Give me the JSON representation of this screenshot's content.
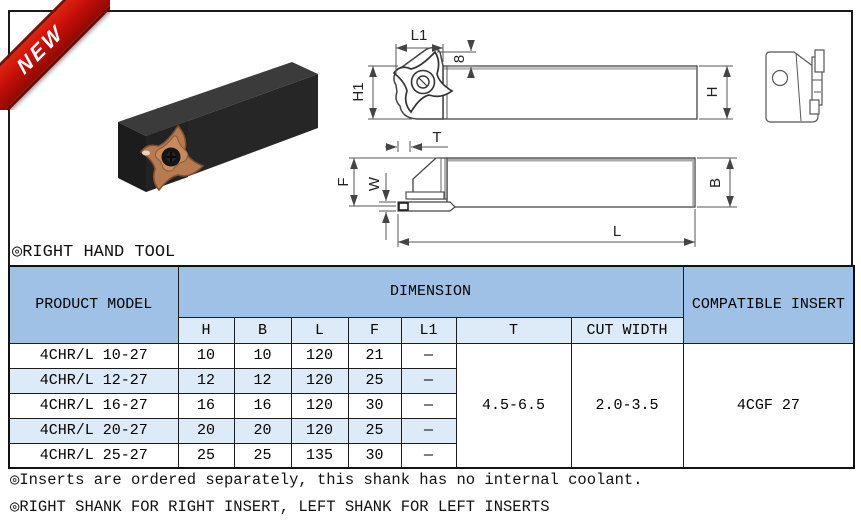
{
  "ribbon": {
    "label": "NEW",
    "color": "#c40f08"
  },
  "photo_caption": "◎RIGHT HAND TOOL",
  "drawing": {
    "labels": {
      "l1": "L1",
      "eight": "8",
      "h1": "H1",
      "h": "H",
      "t": "T",
      "f": "F",
      "w": "W",
      "b": "B",
      "l": "L"
    }
  },
  "table": {
    "headers": {
      "product_model": "PRODUCT MODEL",
      "dimension": "DIMENSION",
      "compatible_insert": "COMPATIBLE INSERT"
    },
    "sub_headers": [
      "H",
      "B",
      "L",
      "F",
      "L1",
      "T",
      "CUT WIDTH"
    ],
    "rows": [
      {
        "model": "4CHR/L 10-27",
        "h": "10",
        "b": "10",
        "l": "120",
        "f": "21",
        "l1": "—"
      },
      {
        "model": "4CHR/L 12-27",
        "h": "12",
        "b": "12",
        "l": "120",
        "f": "25",
        "l1": "—"
      },
      {
        "model": "4CHR/L 16-27",
        "h": "16",
        "b": "16",
        "l": "120",
        "f": "30",
        "l1": "—"
      },
      {
        "model": "4CHR/L 20-27",
        "h": "20",
        "b": "20",
        "l": "120",
        "f": "25",
        "l1": "—"
      },
      {
        "model": "4CHR/L 25-27",
        "h": "25",
        "b": "25",
        "l": "135",
        "f": "30",
        "l1": "—"
      }
    ],
    "shared": {
      "t": "4.5-6.5",
      "cut_width": "2.0-3.5",
      "compatible_insert": "4CGF 27"
    },
    "colors": {
      "header_bg": "#9fc1e6",
      "alt_row_bg": "#dcebf7"
    }
  },
  "notes": [
    "◎Inserts are ordered separately, this shank has no internal coolant.",
    "◎RIGHT SHANK FOR RIGHT INSERT, LEFT SHANK FOR LEFT INSERTS"
  ]
}
